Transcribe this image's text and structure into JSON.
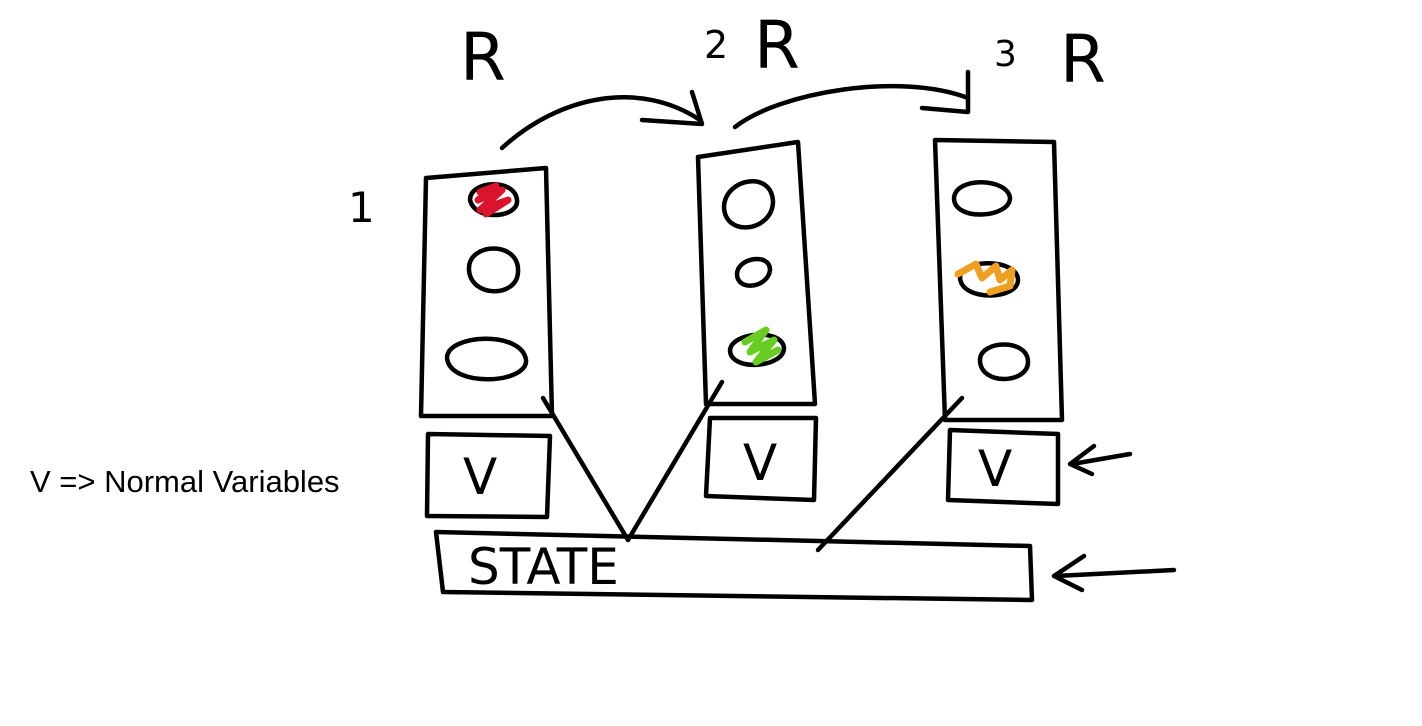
{
  "render_labels": [
    "R",
    "2",
    "R",
    "3",
    "R"
  ],
  "row_label_1": "1",
  "box_label": "V",
  "state_label": "STATE",
  "legend": "V => Normal Variables",
  "colors": {
    "red": "#d9142b",
    "green": "#69cc22",
    "orange": "#f0a021",
    "ink": "#000000"
  }
}
